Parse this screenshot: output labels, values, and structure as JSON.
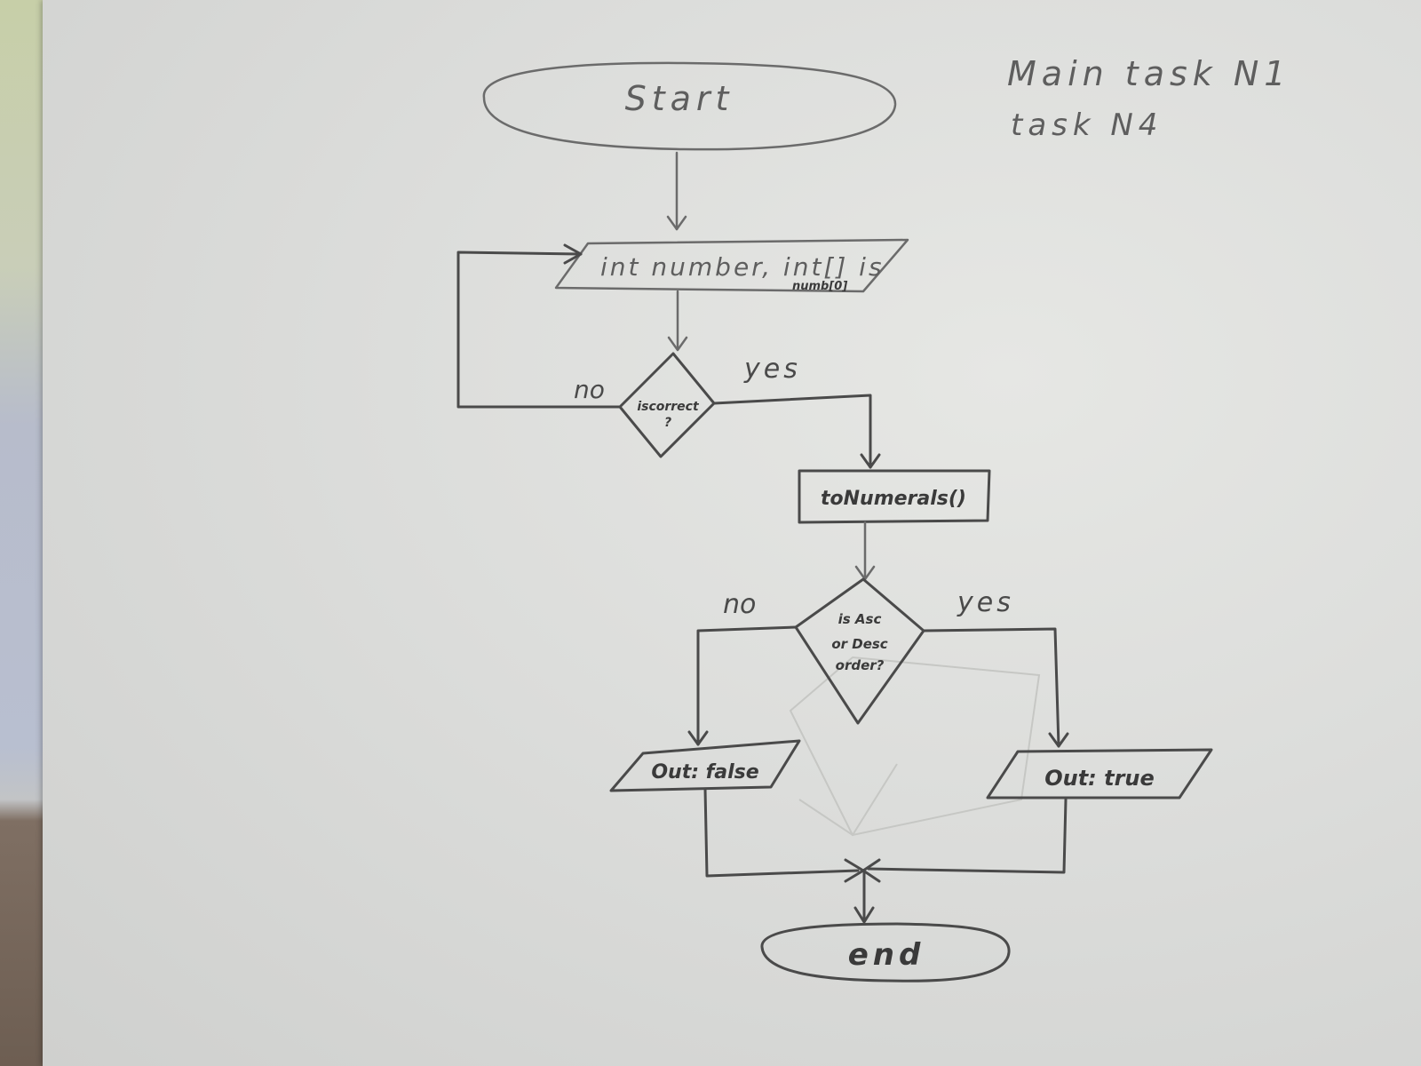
{
  "page": {
    "title_line1": "Main task N1",
    "title_line2": "task N4"
  },
  "flowchart": {
    "start": "Start",
    "input": "int number, int[] is",
    "input_sub": "numb[0]",
    "decision1": {
      "line1": "iscorrect",
      "line2": "?",
      "yes_label": "yes",
      "no_label": "no"
    },
    "process": "toNumerals()",
    "decision2": {
      "line1": "is Asc",
      "line2": "or Desc",
      "line3": "order?",
      "yes_label": "yes",
      "no_label": "no"
    },
    "output_false": "Out: false",
    "output_true": "Out: true",
    "end": "end"
  },
  "colors": {
    "pencil": "#4a4a4a",
    "paper": "#dcdddb"
  }
}
